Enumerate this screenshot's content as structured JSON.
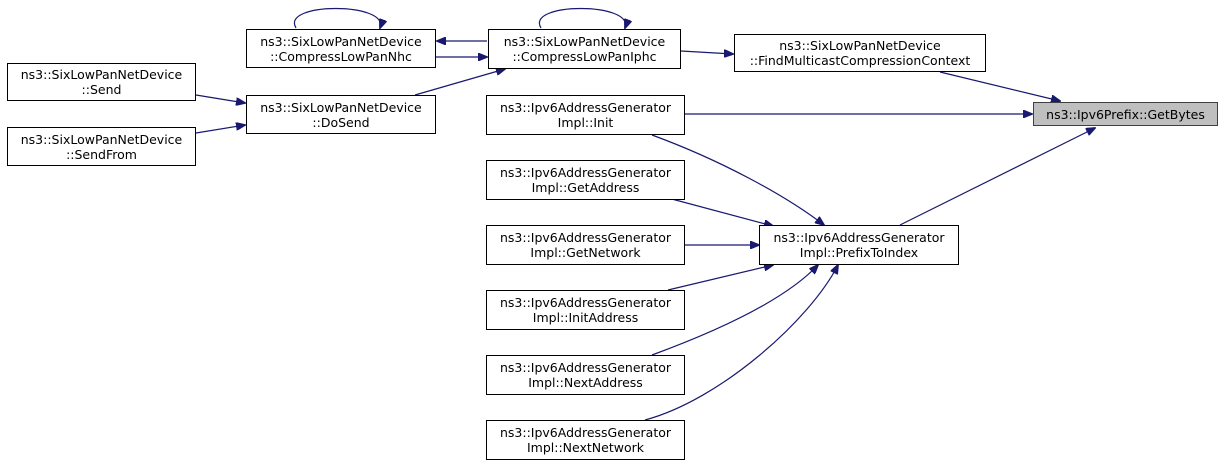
{
  "diagram": {
    "focus_node": "n_getbytes",
    "edge_color": "#191970",
    "nodes": {
      "n_send": {
        "l1": "ns3::SixLowPanNetDevice",
        "l2": "::Send"
      },
      "n_sendfrom": {
        "l1": "ns3::SixLowPanNetDevice",
        "l2": "::SendFrom"
      },
      "n_compnhc": {
        "l1": "ns3::SixLowPanNetDevice",
        "l2": "::CompressLowPanNhc"
      },
      "n_dosend": {
        "l1": "ns3::SixLowPanNetDevice",
        "l2": "::DoSend"
      },
      "n_compiphc": {
        "l1": "ns3::SixLowPanNetDevice",
        "l2": "::CompressLowPanIphc"
      },
      "n_findmc": {
        "l1": "ns3::SixLowPanNetDevice",
        "l2": "::FindMulticastCompressionContext"
      },
      "n_init": {
        "l1": "ns3::Ipv6AddressGenerator",
        "l2": "Impl::Init"
      },
      "n_getaddress": {
        "l1": "ns3::Ipv6AddressGenerator",
        "l2": "Impl::GetAddress"
      },
      "n_getnetwork": {
        "l1": "ns3::Ipv6AddressGenerator",
        "l2": "Impl::GetNetwork"
      },
      "n_initaddress": {
        "l1": "ns3::Ipv6AddressGenerator",
        "l2": "Impl::InitAddress"
      },
      "n_nextaddress": {
        "l1": "ns3::Ipv6AddressGenerator",
        "l2": "Impl::NextAddress"
      },
      "n_nextnetwork": {
        "l1": "ns3::Ipv6AddressGenerator",
        "l2": "Impl::NextNetwork"
      },
      "n_prefixtoindex": {
        "l1": "ns3::Ipv6AddressGenerator",
        "l2": "Impl::PrefixToIndex"
      },
      "n_getbytes": {
        "l1": "ns3::Ipv6Prefix::GetBytes",
        "l2": ""
      }
    },
    "edges": [
      {
        "from": "n_send",
        "to": "n_dosend"
      },
      {
        "from": "n_sendfrom",
        "to": "n_dosend"
      },
      {
        "from": "n_dosend",
        "to": "n_compiphc"
      },
      {
        "from": "n_compnhc",
        "to": "n_compnhc"
      },
      {
        "from": "n_compnhc",
        "to": "n_compiphc"
      },
      {
        "from": "n_compiphc",
        "to": "n_compiphc"
      },
      {
        "from": "n_compiphc",
        "to": "n_compnhc"
      },
      {
        "from": "n_compiphc",
        "to": "n_findmc"
      },
      {
        "from": "n_findmc",
        "to": "n_getbytes"
      },
      {
        "from": "n_init",
        "to": "n_getbytes"
      },
      {
        "from": "n_prefixtoindex",
        "to": "n_getbytes"
      },
      {
        "from": "n_init",
        "to": "n_prefixtoindex"
      },
      {
        "from": "n_getaddress",
        "to": "n_prefixtoindex"
      },
      {
        "from": "n_getnetwork",
        "to": "n_prefixtoindex"
      },
      {
        "from": "n_initaddress",
        "to": "n_prefixtoindex"
      },
      {
        "from": "n_nextaddress",
        "to": "n_prefixtoindex"
      },
      {
        "from": "n_nextnetwork",
        "to": "n_prefixtoindex"
      }
    ]
  }
}
